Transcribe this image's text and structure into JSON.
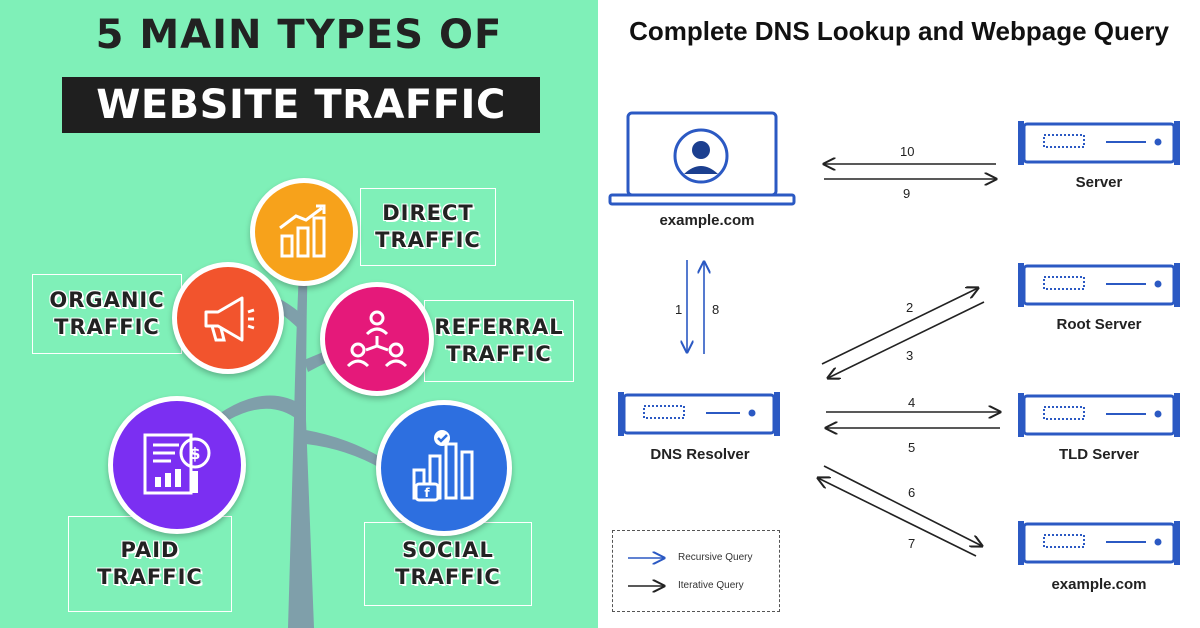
{
  "left": {
    "title_line1": "5 MAIN TYPES OF",
    "title_line2": "WEBSITE TRAFFIC",
    "background": "#7ff0b8",
    "categories": {
      "direct": {
        "line1": "DIRECT",
        "line2": "TRAFFIC",
        "color": "#f7a21b"
      },
      "organic": {
        "line1": "ORGANIC",
        "line2": "TRAFFIC",
        "color": "#f2542d"
      },
      "referral": {
        "line1": "REFERRAL",
        "line2": "TRAFFIC",
        "color": "#e5197a"
      },
      "paid": {
        "line1": "PAID",
        "line2": "TRAFFIC",
        "color": "#7b2ff2"
      },
      "social": {
        "line1": "SOCIAL",
        "line2": "TRAFFIC",
        "color": "#2d6fe0"
      }
    }
  },
  "right": {
    "title": "Complete DNS Lookup and Webpage Query",
    "nodes": {
      "client": "example.com",
      "server": "Server",
      "root": "Root Server",
      "resolver": "DNS Resolver",
      "tld": "TLD Server",
      "auth": "example.com"
    },
    "steps": {
      "s1": "1",
      "s2": "2",
      "s3": "3",
      "s4": "4",
      "s5": "5",
      "s6": "6",
      "s7": "7",
      "s8": "8",
      "s9": "9",
      "s10": "10"
    },
    "legend": {
      "recursive": "Recursive Query",
      "iterative": "Iterative Query"
    },
    "colors": {
      "recursive": "#2b59c3",
      "iterative": "#222222",
      "device": "#2b59c3"
    }
  }
}
